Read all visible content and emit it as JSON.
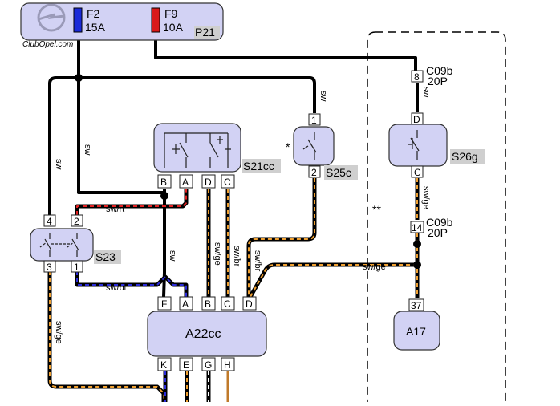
{
  "fuse_box": {
    "label": "P21",
    "watermark": "ClubOpel.com",
    "fuse_f2": {
      "name": "F2",
      "rating": "15A",
      "color": "#1a2ad8"
    },
    "fuse_f9": {
      "name": "F9",
      "rating": "10A",
      "color": "#d81a1a"
    }
  },
  "connector_top": {
    "name": "C09b",
    "pins": "20P",
    "pin": "8"
  },
  "connector_bottom": {
    "name": "C09b",
    "pins": "20P",
    "pin": "14"
  },
  "components": {
    "s21cc": {
      "label": "S21cc",
      "pins": [
        "B",
        "A",
        "D",
        "C"
      ]
    },
    "s25c": {
      "label": "S25c",
      "pin_top": "1",
      "pin_bottom": "2",
      "note": "*"
    },
    "s26g": {
      "label": "S26g",
      "pin_top": "D",
      "pin_bottom": "C"
    },
    "s23": {
      "label": "S23",
      "pins_top": [
        "4",
        "2"
      ],
      "pins_bottom": [
        "3",
        "1"
      ]
    },
    "a22cc": {
      "label": "A22cc",
      "pins_top": [
        "F",
        "A",
        "B",
        "C",
        "D"
      ],
      "pins_bottom": [
        "K",
        "E",
        "G",
        "H"
      ]
    },
    "a17": {
      "label": "A17",
      "pin": "37"
    }
  },
  "note_double": "**",
  "wire_labels": {
    "sw_left": "sw",
    "sw_mid": "sw",
    "sw_s25": "sw",
    "sw_c09": "sw",
    "sw_rt": "sw/rt",
    "sw_s23": "sw",
    "sw_bl": "sw/bl",
    "sw_ge_left": "sw/ge",
    "sw_ge_d": "sw/ge",
    "sw_br_c": "sw/br",
    "sw_br_d": "sw/br",
    "sw_ge_right": "sw/ge",
    "sw_ge_c09": "sw/ge"
  },
  "colors": {
    "component_fill": "#d2d2f4",
    "wire_black": "#000000",
    "wire_orange": "#f0a030",
    "wire_red": "#e02020",
    "wire_blue": "#2b2bd8"
  }
}
